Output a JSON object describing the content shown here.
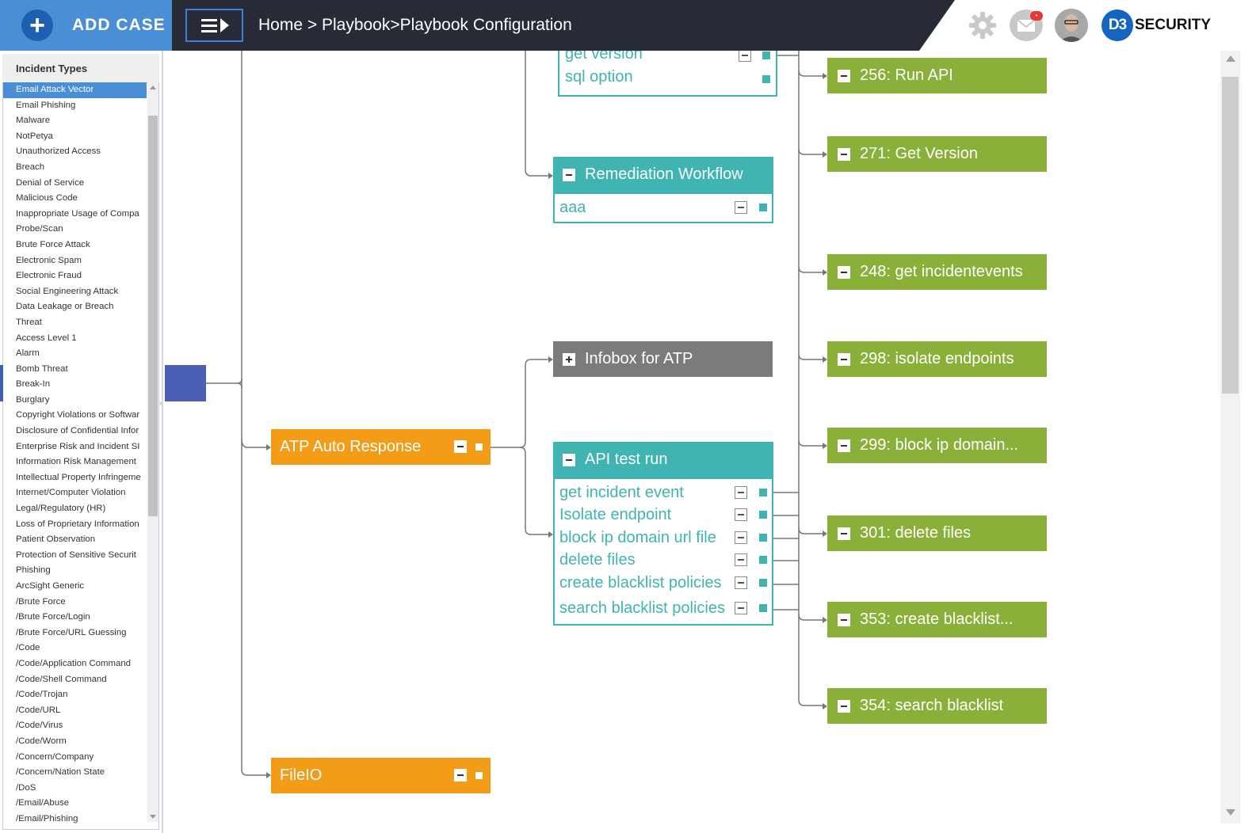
{
  "header": {
    "add_case_label": "ADD CASE",
    "breadcrumb": [
      "Home",
      " > ",
      "Playbook",
      ">",
      "Playbook Configuration"
    ],
    "brand": {
      "mark": "D3",
      "word": "SECURITY"
    },
    "mail_badge": "•"
  },
  "sidebar": {
    "title": "Incident Types",
    "selected_index": 0,
    "items": [
      "Email Attack Vector",
      "Email Phishing",
      "Malware",
      "NotPetya",
      "Unauthorized Access",
      "Breach",
      "Denial of Service",
      "Malicious Code",
      "Inappropriate Usage of Compa",
      "Probe/Scan",
      "Brute Force Attack",
      "Electronic Spam",
      "Electronic Fraud",
      "Social Engineering Attack",
      "Data Leakage or Breach",
      "Threat",
      "Access Level 1",
      "Alarm",
      "Bomb Threat",
      "Break-In",
      "Burglary",
      "Copyright Violations or Softwar",
      "Disclosure of Confidential Infor",
      "Enterprise Risk and Incident SI",
      "Information Risk Management",
      "Intellectual Property Infringeme",
      "Internet/Computer Violation",
      "Legal/Regulatory (HR)",
      "Loss of Proprietary Information",
      "Patient Observation",
      "Protection of Sensitive Securit",
      "Phishing",
      "ArcSight Generic",
      "/Brute Force",
      "/Brute Force/Login",
      "/Brute Force/URL Guessing",
      "/Code",
      "/Code/Application Command",
      "/Code/Shell Command",
      "/Code/Trojan",
      "/Code/URL",
      "/Code/Virus",
      "/Code/Worm",
      "/Concern/Company",
      "/Concern/Nation State",
      "/DoS",
      "/Email/Abuse",
      "/Email/Phishing"
    ]
  },
  "workflow": {
    "top_partial": {
      "rows": [
        "get version",
        "sql option"
      ]
    },
    "remediation": {
      "title": "Remediation Workflow",
      "rows": [
        "aaa"
      ]
    },
    "infobox": {
      "title": "Infobox for ATP"
    },
    "atp_auto": {
      "title": "ATP Auto Response"
    },
    "api_test": {
      "title": "API test run",
      "rows": [
        "get incident event",
        "Isolate endpoint",
        "block ip domain url file",
        "delete files",
        "create blacklist policies",
        "search blacklist policies"
      ]
    },
    "fileio": {
      "title": "FileIO"
    },
    "commands": [
      "256: Run API",
      "271: Get Version",
      "248: get incidentevents",
      "298: isolate endpoints",
      "299: block ip domain...",
      "301: delete files",
      "353: create blacklist...",
      "354: search blacklist"
    ]
  },
  "colors": {
    "topbar": "#262b35",
    "add_case": "#4a8fd6",
    "orange": "#f29c18",
    "teal": "#3fb4b0",
    "grey": "#7b7b7b",
    "green": "#8bb03a",
    "link": "#777777"
  }
}
